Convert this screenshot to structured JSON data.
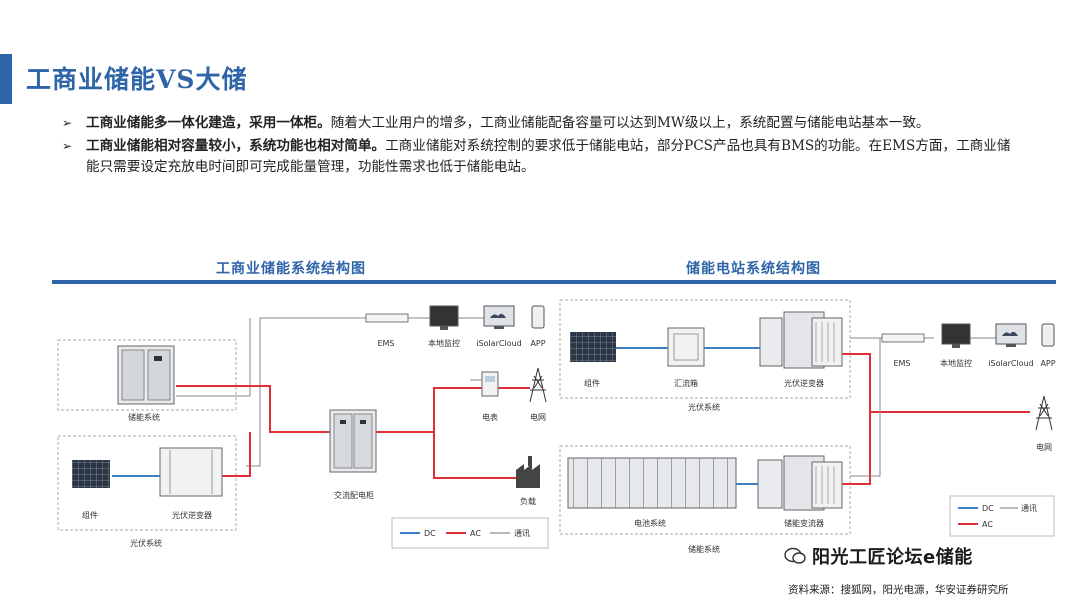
{
  "title": "工商业储能VS大储",
  "bullets": [
    {
      "bold": "工商业储能多一体化建造，采用一体柜。",
      "rest": "随着大工业用户的增多，工商业储能配备容量可以达到MW级以上，系统配置与储能电站基本一致。"
    },
    {
      "bold": "工商业储能相对容量较小，系统功能也相对简单。",
      "rest": "工商业储能对系统控制的要求低于储能电站，部分PCS产品也具有BMS的功能。在EMS方面，工商业储能只需要设定充放电时间即可完成能量管理，功能性需求也低于储能电站。"
    }
  ],
  "left_diagram": {
    "title": "工商业储能系统结构图",
    "labels": {
      "ems": "EMS",
      "local": "本地监控",
      "isolar": "iSolarCloud",
      "app": "APP",
      "storage_sys": "储能系统",
      "module": "组件",
      "inverter": "光伏逆变器",
      "pv_sys": "光伏系统",
      "ac_cabinet": "交流配电柜",
      "meter": "电表",
      "grid": "电网",
      "load": "负载"
    },
    "legend": {
      "dc": "DC",
      "ac": "AC",
      "comm": "通讯"
    }
  },
  "right_diagram": {
    "title": "储能电站系统结构图",
    "labels": {
      "module": "组件",
      "combiner": "汇流箱",
      "inverter": "光伏逆变器",
      "pv_sys": "光伏系统",
      "ems": "EMS",
      "local": "本地监控",
      "isolar": "iSolarCloud",
      "app": "APP",
      "grid": "电网",
      "battery_sys": "电池系统",
      "pcs": "储能变流器",
      "storage_sys": "储能系统"
    },
    "legend": {
      "dc": "DC",
      "comm": "通讯",
      "ac": "AC"
    }
  },
  "colors": {
    "accent": "#2f65a8",
    "dc": "#3b7ec4",
    "ac": "#e0303a",
    "comm": "#777777"
  },
  "watermark": "阳光工匠论坛e储能",
  "source": "资料来源：搜狐网，阳光电源，华安证券研究所"
}
